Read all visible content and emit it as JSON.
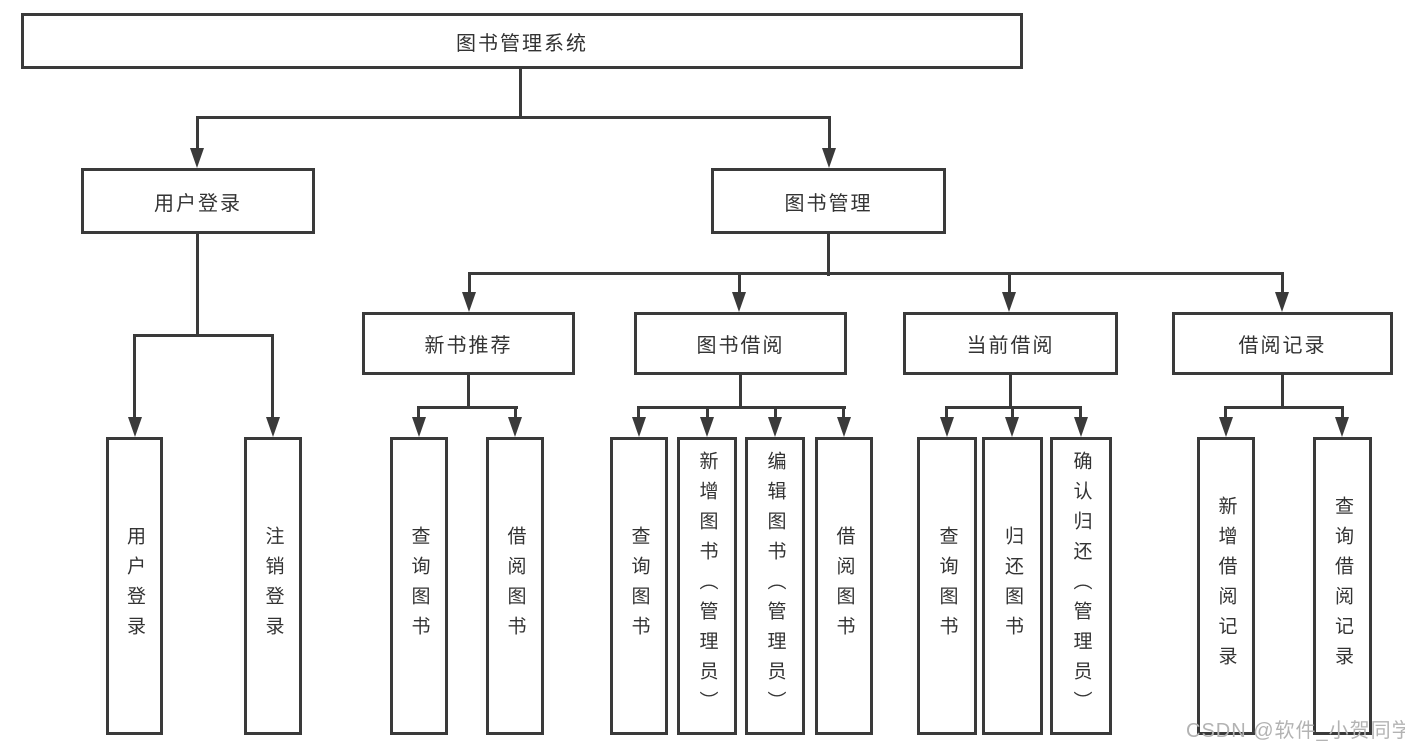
{
  "diagram": {
    "colors": {
      "line": "#3a3a3a",
      "text": "#333333",
      "watermark": "#b3b3b3",
      "background": "#ffffff"
    },
    "nodes": {
      "root": "图书管理系统",
      "level2": [
        "用户登录",
        "图书管理"
      ],
      "level3": [
        "新书推荐",
        "图书借阅",
        "当前借阅",
        "借阅记录"
      ],
      "user_login_children": [
        "用户登录",
        "注销登录"
      ],
      "new_book_children": [
        "查询图书",
        "借阅图书"
      ],
      "book_borrow_children": [
        "查询图书",
        "新增图书（管理员）",
        "编辑图书（管理员）",
        "借阅图书"
      ],
      "current_borrow_children": [
        "查询图书",
        "归还图书",
        "确认归还（管理员）"
      ],
      "borrow_record_children": [
        "新增借阅记录",
        "查询借阅记录"
      ]
    },
    "watermark": "CSDN @软件_小贺同学"
  }
}
